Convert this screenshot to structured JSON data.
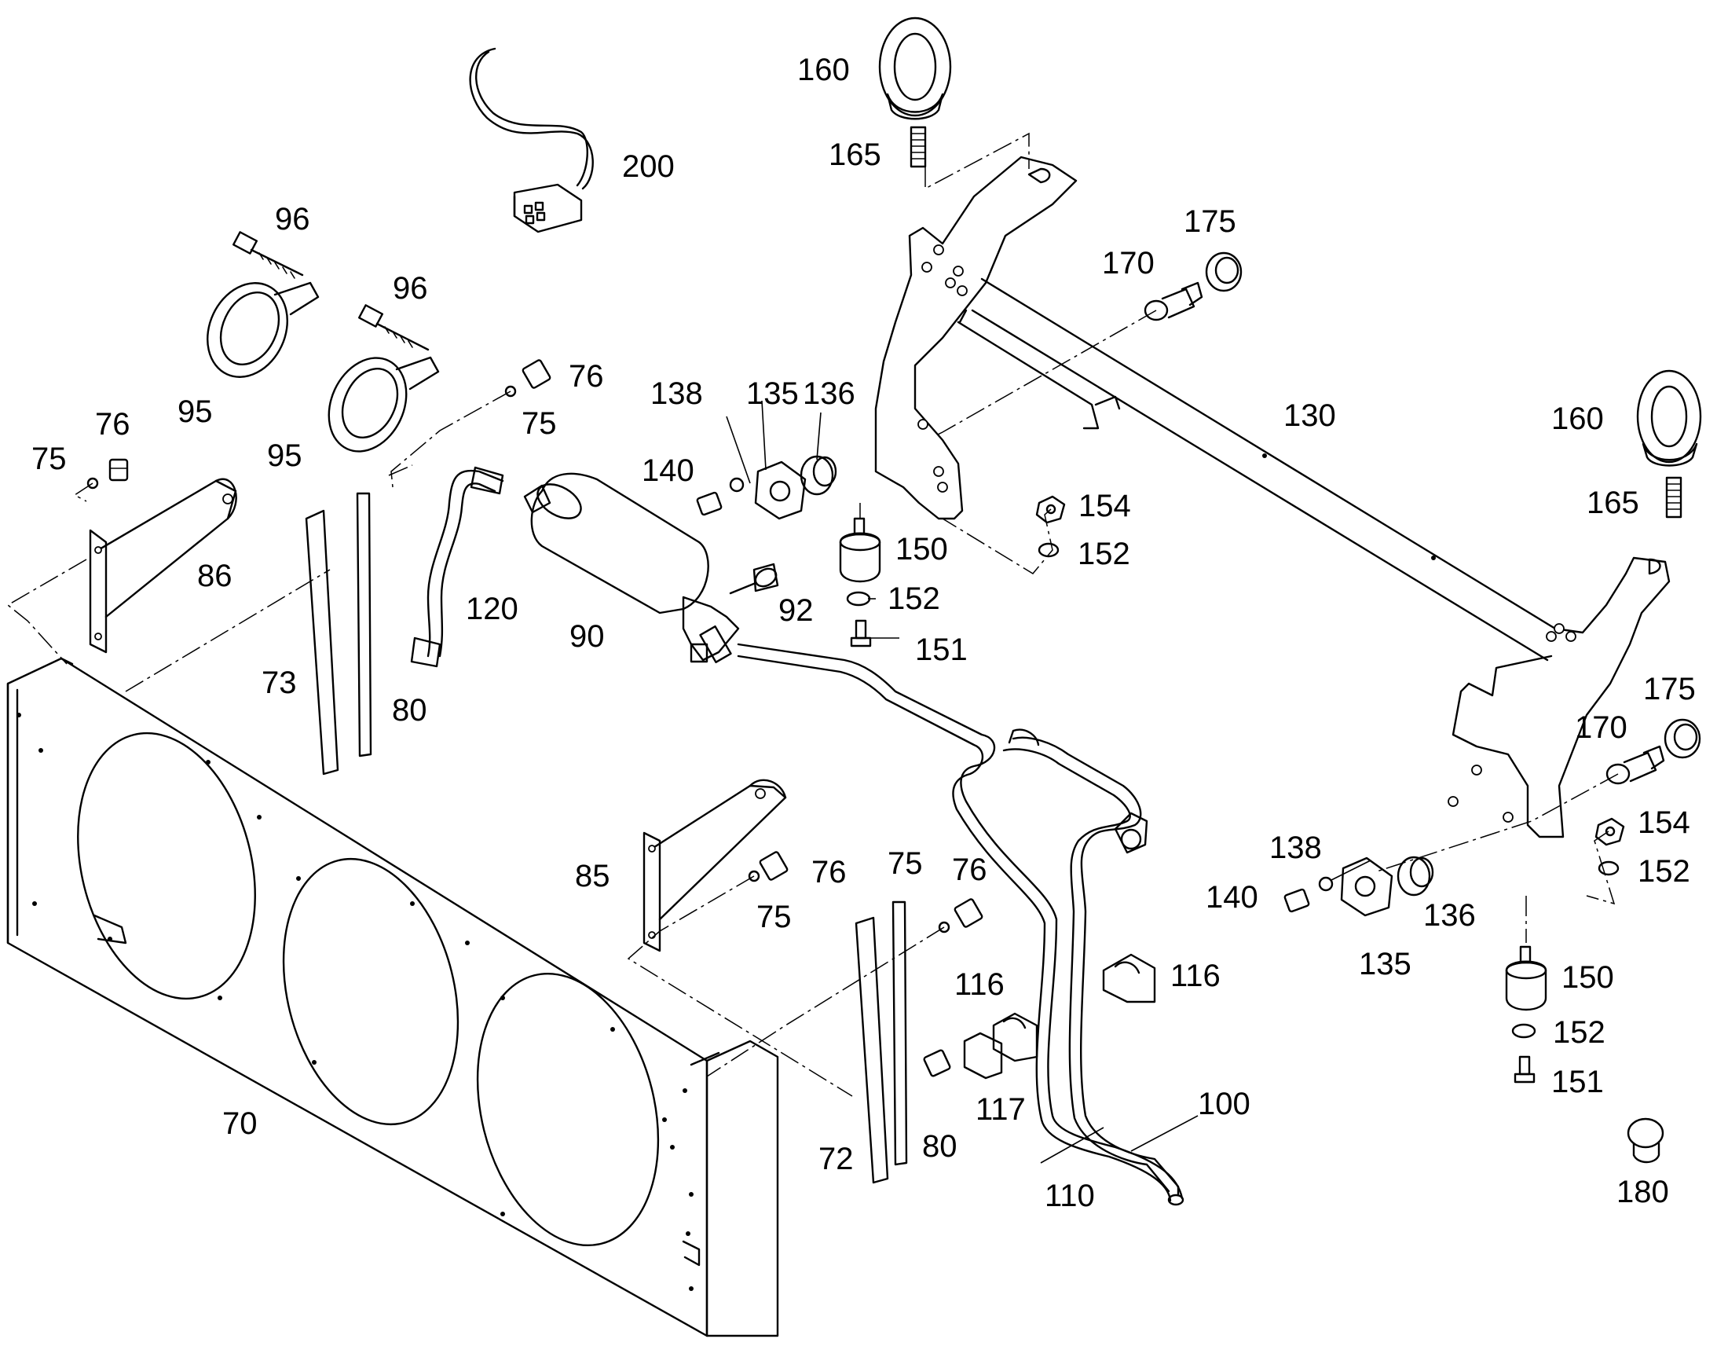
{
  "callouts": [
    {
      "id": "70",
      "text": "70"
    },
    {
      "id": "72",
      "text": "72"
    },
    {
      "id": "73",
      "text": "73"
    },
    {
      "id": "75a",
      "text": "75"
    },
    {
      "id": "75b",
      "text": "75"
    },
    {
      "id": "75c",
      "text": "75"
    },
    {
      "id": "75d",
      "text": "75"
    },
    {
      "id": "76a",
      "text": "76"
    },
    {
      "id": "76b",
      "text": "76"
    },
    {
      "id": "76c",
      "text": "76"
    },
    {
      "id": "76d",
      "text": "76"
    },
    {
      "id": "80a",
      "text": "80"
    },
    {
      "id": "80b",
      "text": "80"
    },
    {
      "id": "85",
      "text": "85"
    },
    {
      "id": "86",
      "text": "86"
    },
    {
      "id": "90",
      "text": "90"
    },
    {
      "id": "92",
      "text": "92"
    },
    {
      "id": "95a",
      "text": "95"
    },
    {
      "id": "95b",
      "text": "95"
    },
    {
      "id": "96a",
      "text": "96"
    },
    {
      "id": "96b",
      "text": "96"
    },
    {
      "id": "100",
      "text": "100"
    },
    {
      "id": "110",
      "text": "110"
    },
    {
      "id": "116a",
      "text": "116"
    },
    {
      "id": "116b",
      "text": "116"
    },
    {
      "id": "117",
      "text": "117"
    },
    {
      "id": "120",
      "text": "120"
    },
    {
      "id": "130",
      "text": "130"
    },
    {
      "id": "135a",
      "text": "135"
    },
    {
      "id": "135b",
      "text": "135"
    },
    {
      "id": "136a",
      "text": "136"
    },
    {
      "id": "136b",
      "text": "136"
    },
    {
      "id": "138a",
      "text": "138"
    },
    {
      "id": "138b",
      "text": "138"
    },
    {
      "id": "140a",
      "text": "140"
    },
    {
      "id": "140b",
      "text": "140"
    },
    {
      "id": "150a",
      "text": "150"
    },
    {
      "id": "150b",
      "text": "150"
    },
    {
      "id": "151a",
      "text": "151"
    },
    {
      "id": "151b",
      "text": "151"
    },
    {
      "id": "152a",
      "text": "152"
    },
    {
      "id": "152b",
      "text": "152"
    },
    {
      "id": "152c",
      "text": "152"
    },
    {
      "id": "152d",
      "text": "152"
    },
    {
      "id": "154a",
      "text": "154"
    },
    {
      "id": "154b",
      "text": "154"
    },
    {
      "id": "160a",
      "text": "160"
    },
    {
      "id": "160b",
      "text": "160"
    },
    {
      "id": "165a",
      "text": "165"
    },
    {
      "id": "165b",
      "text": "165"
    },
    {
      "id": "170a",
      "text": "170"
    },
    {
      "id": "170b",
      "text": "170"
    },
    {
      "id": "175a",
      "text": "175"
    },
    {
      "id": "175b",
      "text": "175"
    },
    {
      "id": "180",
      "text": "180"
    },
    {
      "id": "200",
      "text": "200"
    }
  ]
}
